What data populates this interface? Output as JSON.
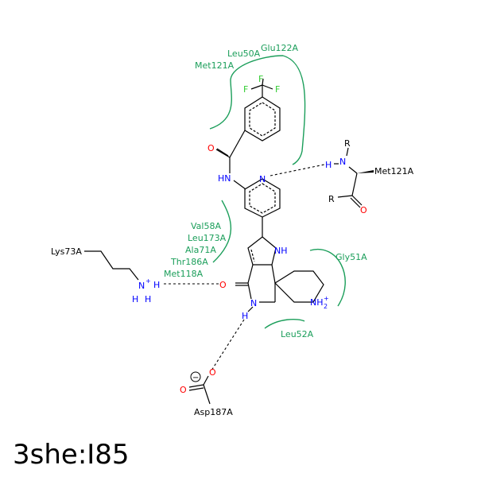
{
  "title": "3she:I85",
  "colors": {
    "contact": "#1b9e5a",
    "nitrogen": "#0000ff",
    "oxygen": "#ff0000",
    "fluorine": "#33cc33",
    "bond": "#000000"
  },
  "residues": {
    "leu50": "Leu50A",
    "glu122": "Glu122A",
    "met121_top": "Met121A",
    "val58": "Val58A",
    "leu173": "Leu173A",
    "ala71": "Ala71A",
    "thr186": "Thr186A",
    "met118": "Met118A",
    "gly51": "Gly51A",
    "leu52": "Leu52A",
    "lys73": "Lys73A",
    "met121_bb": "Met121A",
    "asp187": "Asp187A"
  },
  "atoms": {
    "F": "F",
    "O": "O",
    "N": "N",
    "H": "H",
    "NH": "NH",
    "HN": "HN",
    "R": "R",
    "plus": "+",
    "two": "2",
    "minus": "−"
  }
}
